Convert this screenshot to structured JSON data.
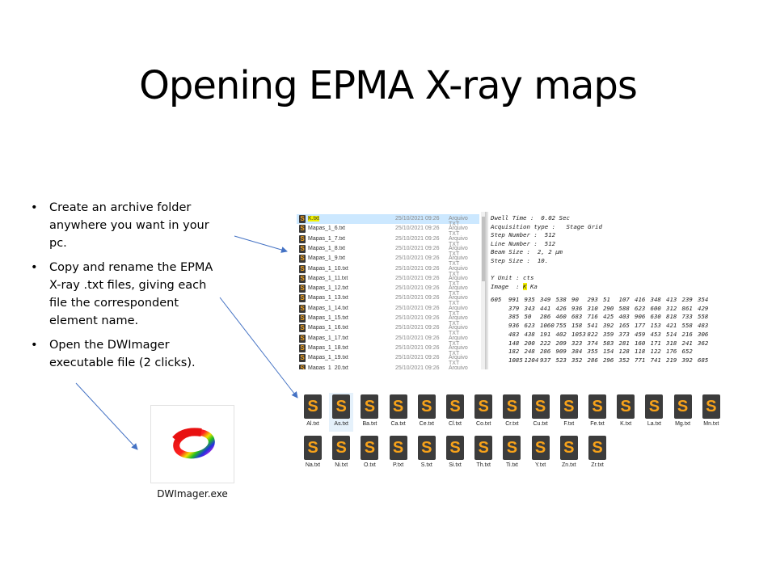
{
  "title": "Opening EPMA X-ray maps",
  "bullets": [
    "Create an archive folder anywhere you want in your pc.",
    "Copy and rename the EPMA X-ray .txt files, giving each file the correspondent element name.",
    "Open the DWImager executable file (2 clicks)."
  ],
  "file_list": {
    "selected_index": 0,
    "highlight_color": "#f0f000",
    "rows": [
      {
        "name": "K.txt",
        "date": "25/10/2021 09:26",
        "type": "Arquivo TXT"
      },
      {
        "name": "Mapas_1_6.txt",
        "date": "25/10/2021 09:26",
        "type": "Arquivo TXT"
      },
      {
        "name": "Mapas_1_7.txt",
        "date": "25/10/2021 09:26",
        "type": "Arquivo TXT"
      },
      {
        "name": "Mapas_1_8.txt",
        "date": "25/10/2021 09:26",
        "type": "Arquivo TXT"
      },
      {
        "name": "Mapas_1_9.txt",
        "date": "25/10/2021 09:26",
        "type": "Arquivo TXT"
      },
      {
        "name": "Mapas_1_10.txt",
        "date": "25/10/2021 09:26",
        "type": "Arquivo TXT"
      },
      {
        "name": "Mapas_1_11.txt",
        "date": "25/10/2021 09:26",
        "type": "Arquivo TXT"
      },
      {
        "name": "Mapas_1_12.txt",
        "date": "25/10/2021 09:26",
        "type": "Arquivo TXT"
      },
      {
        "name": "Mapas_1_13.txt",
        "date": "25/10/2021 09:26",
        "type": "Arquivo TXT"
      },
      {
        "name": "Mapas_1_14.txt",
        "date": "25/10/2021 09:26",
        "type": "Arquivo TXT"
      },
      {
        "name": "Mapas_1_15.txt",
        "date": "25/10/2021 09:26",
        "type": "Arquivo TXT"
      },
      {
        "name": "Mapas_1_16.txt",
        "date": "25/10/2021 09:26",
        "type": "Arquivo TXT"
      },
      {
        "name": "Mapas_1_17.txt",
        "date": "25/10/2021 09:26",
        "type": "Arquivo TXT"
      },
      {
        "name": "Mapas_1_18.txt",
        "date": "25/10/2021 09:26",
        "type": "Arquivo TXT"
      },
      {
        "name": "Mapas_1_19.txt",
        "date": "25/10/2021 09:26",
        "type": "Arquivo TXT"
      },
      {
        "name": "Mapas_1_20.txt",
        "date": "25/10/2021 09:26",
        "type": "Arquivo TXT"
      }
    ]
  },
  "file_header": {
    "lines": [
      "Dwell Time :  0.02 Sec",
      "Acquisition type :   Stage Grid",
      "Step Number :  512",
      "Line Number :  512",
      "Beam Size :  2, 2 µm",
      "Step Size :  10.",
      "",
      "Y Unit : cts"
    ],
    "image_label": "Image  : ",
    "image_element": "K",
    "image_line": " Ka",
    "first_value": "605",
    "rows": [
      [
        "991",
        "935",
        "349",
        "538",
        "90",
        "293",
        "51",
        "107",
        "416",
        "348",
        "413",
        "239",
        "354"
      ],
      [
        "379",
        "343",
        "441",
        "426",
        "936",
        "310",
        "290",
        "588",
        "623",
        "600",
        "312",
        "861",
        "429"
      ],
      [
        "385",
        "50",
        "286",
        "460",
        "683",
        "716",
        "425",
        "403",
        "906",
        "630",
        "818",
        "733",
        "558"
      ],
      [
        "936",
        "623",
        "1060",
        "755",
        "158",
        "541",
        "392",
        "165",
        "177",
        "153",
        "421",
        "558",
        "483"
      ],
      [
        "483",
        "438",
        "191",
        "402",
        "1053",
        "822",
        "359",
        "373",
        "459",
        "453",
        "514",
        "216",
        "306"
      ],
      [
        "148",
        "200",
        "222",
        "209",
        "323",
        "374",
        "583",
        "281",
        "160",
        "171",
        "318",
        "241",
        "362"
      ],
      [
        "182",
        "248",
        "286",
        "909",
        "384",
        "355",
        "154",
        "128",
        "118",
        "122",
        "176",
        "652"
      ],
      [
        "1085",
        "1204",
        "937",
        "523",
        "352",
        "286",
        "296",
        "352",
        "771",
        "741",
        "219",
        "392",
        "685"
      ]
    ]
  },
  "element_files": {
    "selected_index": 1,
    "icon": "sublime-text-file-icon",
    "icon_color": "#f7a21a",
    "names": [
      "Al.txt",
      "As.txt",
      "Ba.txt",
      "Ca.txt",
      "Ce.txt",
      "Cl.txt",
      "Co.txt",
      "Cr.txt",
      "Cu.txt",
      "F.txt",
      "Fe.txt",
      "K.txt",
      "La.txt",
      "Mg.txt",
      "Mn.txt",
      "Na.txt",
      "Ni.txt",
      "O.txt",
      "P.txt",
      "S.txt",
      "Si.txt",
      "Th.txt",
      "Ti.txt",
      "Y.txt",
      "Zn.txt",
      "Zr.txt"
    ]
  },
  "executable": {
    "label": "DWImager.exe",
    "icon": "dwimager-rainbow-icon"
  },
  "arrow_color": "#4472c4"
}
